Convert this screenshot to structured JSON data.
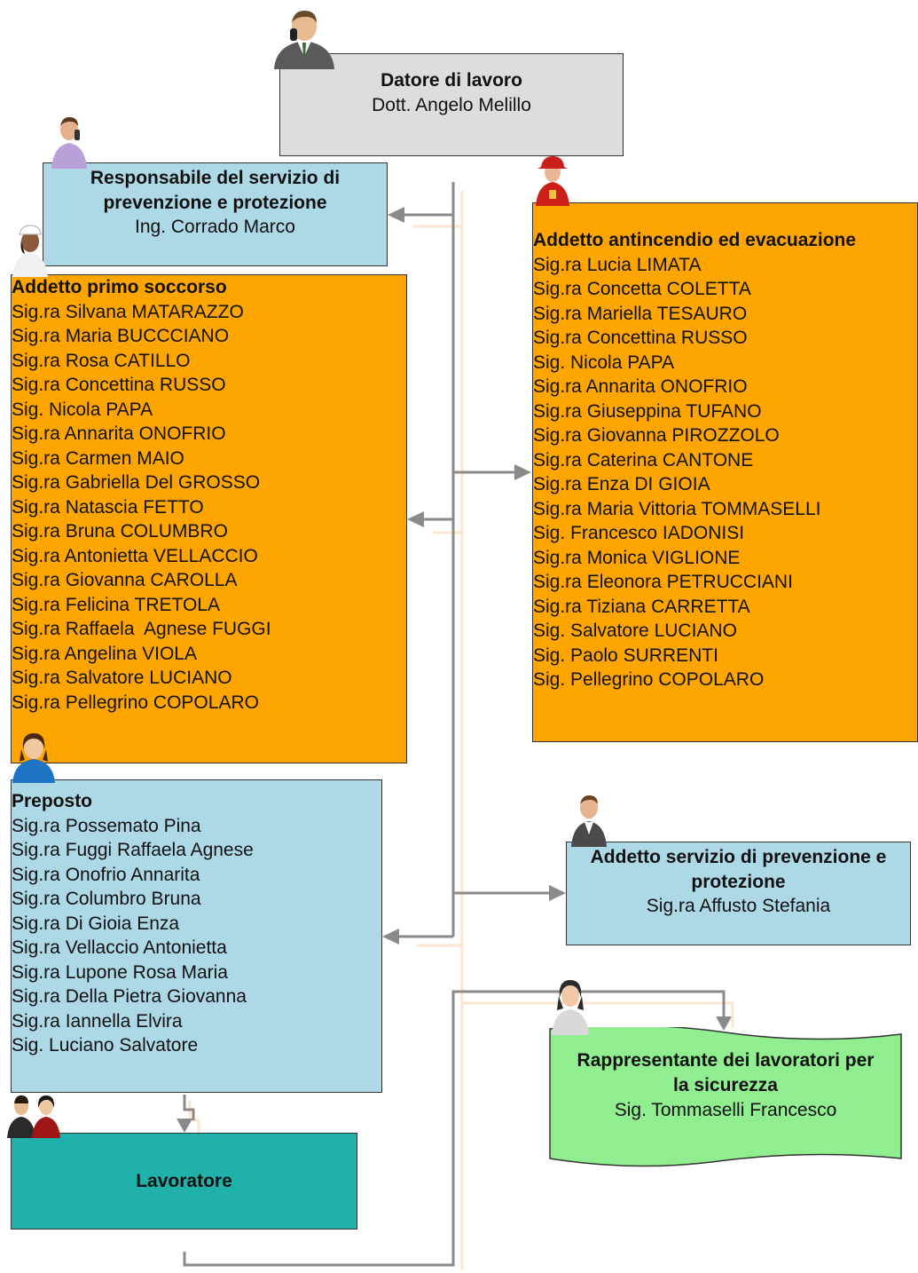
{
  "nodes": {
    "datore": {
      "title": "Datore di lavoro",
      "name": "Dott. Angelo Melillo"
    },
    "rspp": {
      "title_line1": "Responsabile del servizio di",
      "title_line2": "prevenzione e protezione",
      "name": "Ing. Corrado Marco"
    },
    "primo_soccorso": {
      "title": "Addetto primo soccorso",
      "members": [
        "Sig.ra Silvana MATARAZZO",
        "Sig.ra Maria BUCCCIANO",
        "Sig.ra Rosa CATILLO",
        "Sig.ra Concettina RUSSO",
        "Sig. Nicola PAPA",
        "Sig.ra Annarita ONOFRIO",
        "Sig.ra Carmen MAIO",
        "Sig.ra Gabriella Del GROSSO",
        "Sig.ra Natascia FETTO",
        "Sig.ra Bruna COLUMBRO",
        "Sig.ra Antonietta VELLACCIO",
        "Sig.ra Giovanna CAROLLA",
        "Sig.ra Felicina TRETOLA",
        "Sig.ra Raffaela  Agnese FUGGI",
        "Sig.ra Angelina VIOLA",
        "Sig.ra Salvatore LUCIANO",
        "Sig.ra Pellegrino COPOLARO"
      ]
    },
    "antincendio": {
      "title": "Addetto antincendio ed evacuazione",
      "members": [
        "Sig.ra Lucia LIMATA",
        "Sig.ra Concetta COLETTA",
        "Sig.ra Mariella TESAURO",
        "Sig.ra Concettina RUSSO",
        "Sig. Nicola PAPA",
        "Sig.ra Annarita ONOFRIO",
        "Sig.ra Giuseppina TUFANO",
        "Sig.ra Giovanna PIROZZOLO",
        "Sig.ra Caterina CANTONE",
        "Sig.ra Enza DI GIOIA",
        "Sig.ra Maria Vittoria TOMMASELLI",
        "Sig. Francesco IADONISI",
        "Sig.ra Monica VIGLIONE",
        "Sig.ra Eleonora PETRUCCIANI",
        "Sig.ra Tiziana CARRETTA",
        "Sig. Salvatore LUCIANO",
        "Sig. Paolo SURRENTI",
        "Sig. Pellegrino COPOLARO"
      ]
    },
    "preposto": {
      "title": "Preposto",
      "members": [
        "Sig.ra Possemato Pina",
        "Sig.ra Fuggi Raffaela Agnese",
        "Sig.ra Onofrio Annarita",
        "Sig.ra Columbro Bruna",
        "Sig.ra Di Gioia Enza",
        "Sig.ra Vellaccio Antonietta",
        "Sig.ra Lupone Rosa Maria",
        "Sig.ra Della Pietra Giovanna",
        "Sig.ra Iannella Elvira",
        "Sig. Luciano Salvatore"
      ]
    },
    "aspp": {
      "title_line1": "Addetto servizio di prevenzione e",
      "title_line2": "protezione",
      "name": "Sig.ra Affusto Stefania"
    },
    "rls": {
      "title_line1": "Rappresentante dei lavoratori per",
      "title_line2": "la sicurezza",
      "name": "Sig. Tommaselli Francesco"
    },
    "lavoratore": {
      "title": "Lavoratore"
    }
  },
  "colors": {
    "gray_box": "#dddddd",
    "blue_box": "#add8e6",
    "orange_box": "#ffa500",
    "teal_box": "#20b2aa",
    "green_box": "#90ee90",
    "connector": "#8a8a8a",
    "connector_shadow": "#ffe4cc"
  },
  "icons": [
    "manager-avatar-icon",
    "man-phone-avatar-icon",
    "nurse-avatar-icon",
    "firefighter-avatar-icon",
    "receptionist-avatar-icon",
    "businessman-avatar-icon",
    "woman-avatar-icon",
    "group-avatar-icon"
  ]
}
